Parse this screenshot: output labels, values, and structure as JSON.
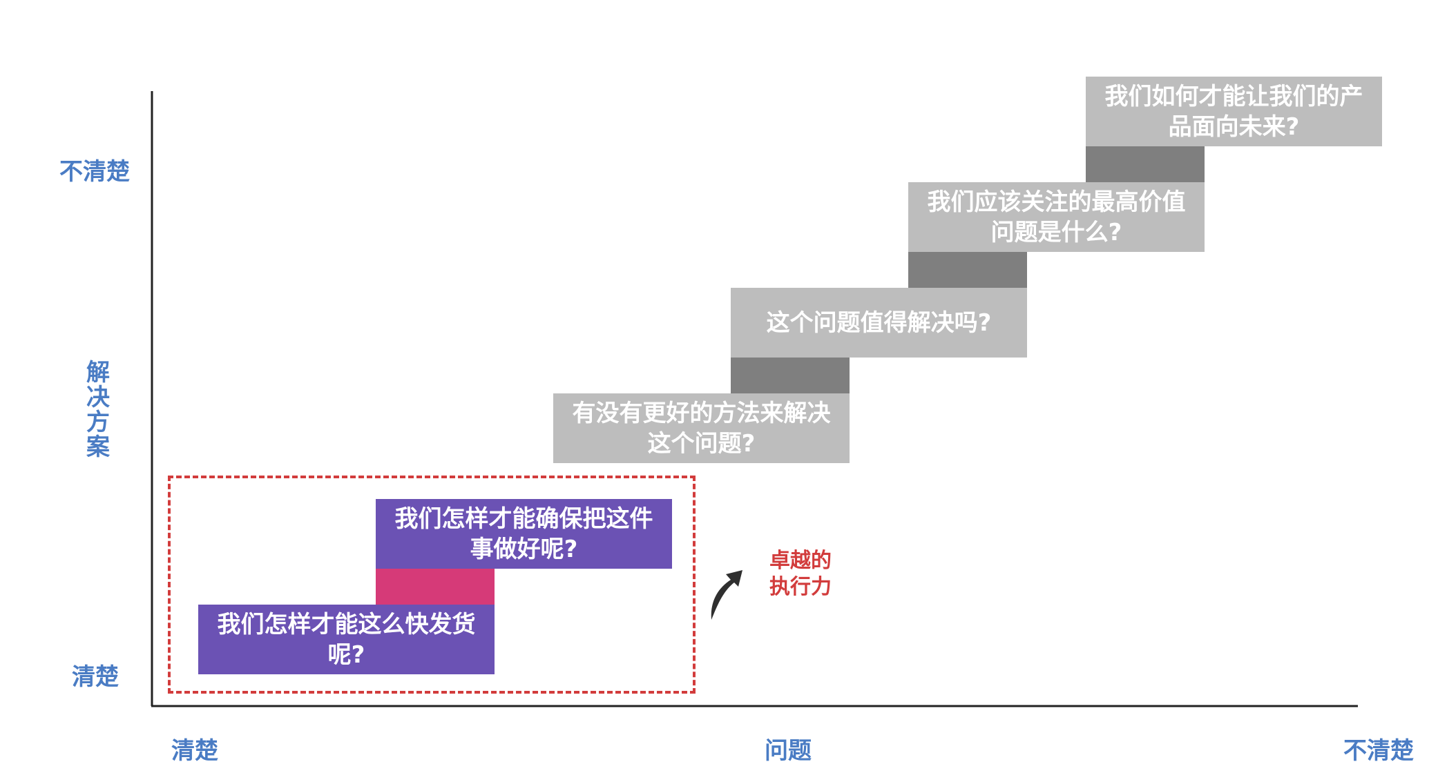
{
  "colors": {
    "axis_label": "#4a7cc4",
    "axis_line": "#222222",
    "gray_box": "#bdbdbd",
    "gray_connector": "#7f7f7f",
    "purple_box": "#6b52b4",
    "pink_connector": "#d63a78",
    "frame": "#d23c3c",
    "callout": "#d23c3c",
    "arrow": "#2f2f2f"
  },
  "y_axis": {
    "top_label": "不清楚",
    "middle_label": "解决方案",
    "bottom_label": "清楚"
  },
  "x_axis": {
    "left_label": "清楚",
    "middle_label": "问题",
    "right_label": "不清楚"
  },
  "steps": [
    {
      "text": "我们怎样才能这么快发货呢?",
      "style": "purple"
    },
    {
      "text": "我们怎样才能确保把这件事做好呢?",
      "style": "purple"
    },
    {
      "text": "有没有更好的方法来解决这个问题?",
      "style": "gray"
    },
    {
      "text": "这个问题值得解决吗?",
      "style": "gray"
    },
    {
      "text": "我们应该关注的最高价值问题是什么?",
      "style": "gray"
    },
    {
      "text": "我们如何才能让我们的产品面向未来?",
      "style": "gray"
    }
  ],
  "callout": {
    "text": "卓越的\n执行力",
    "icon": "curved-arrow-icon"
  }
}
